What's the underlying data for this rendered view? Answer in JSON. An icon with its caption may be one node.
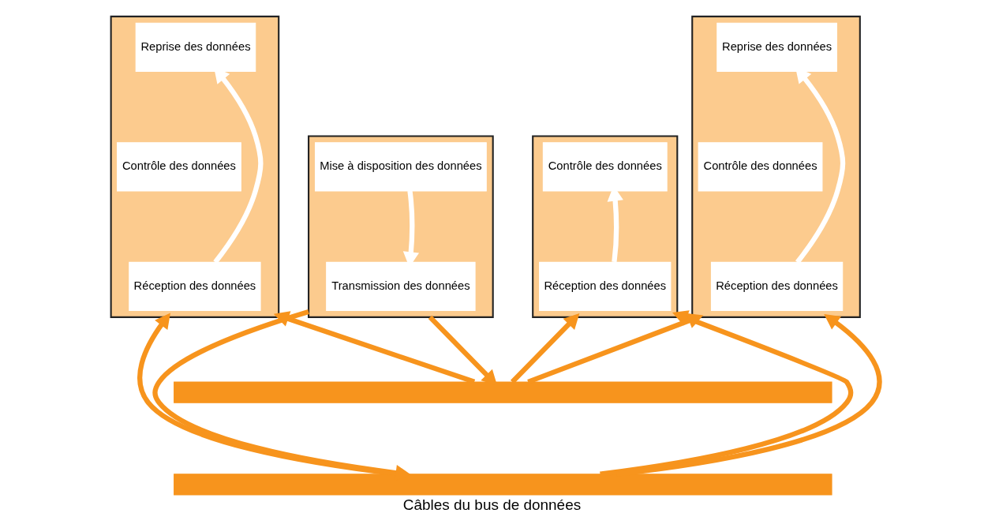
{
  "diagram": {
    "caption": "Câbles du bus de données",
    "nodes": [
      {
        "text": [],
        "shape": "box"
      },
      {
        "text": [
          "Reprise des données"
        ],
        "in": 0
      },
      {
        "text": [
          "Contrôle des données"
        ],
        "in": 0
      },
      {
        "text": [
          "Réception des données"
        ],
        "in": 0
      },
      {
        "text": [],
        "shape": "box"
      },
      {
        "text": [
          "Mise à disposition des données"
        ],
        "in": 4
      },
      {
        "text": [
          "Transmission des données"
        ],
        "in": 4
      },
      {
        "text": [],
        "shape": "box"
      },
      {
        "text": [
          "Contrôle des données"
        ],
        "in": 7
      },
      {
        "text": [
          "Réception des données"
        ],
        "in": 7
      },
      {
        "text": [],
        "shape": "box"
      },
      {
        "text": [
          "Reprise des données"
        ],
        "in": 10
      },
      {
        "text": [
          "Contrôle des données"
        ],
        "in": 10
      },
      {
        "text": [
          "Réception des données"
        ],
        "in": 10
      },
      {
        "text": [],
        "shape": "bar"
      },
      {
        "text": [],
        "shape": "bar"
      }
    ],
    "edges": [
      {
        "from": 3,
        "to": 1,
        "arrow": "to",
        "color": "#ffffff"
      },
      {
        "from": 5,
        "to": 6,
        "arrow": "to",
        "color": "#ffffff"
      },
      {
        "from": 9,
        "to": 8,
        "arrow": "to",
        "color": "#ffffff"
      },
      {
        "from": 13,
        "to": 11,
        "arrow": "to",
        "color": "#ffffff"
      },
      {
        "from": 15,
        "to": 0,
        "arrow": "to"
      },
      {
        "from": 14,
        "to": 0,
        "arrow": "to"
      },
      {
        "from": 4,
        "to": 15,
        "arrow": "to"
      },
      {
        "from": 4,
        "to": 14,
        "arrow": "to"
      },
      {
        "from": 15,
        "to": 7,
        "arrow": "to"
      },
      {
        "from": 14,
        "to": 7,
        "arrow": "to"
      },
      {
        "from": 15,
        "to": 10,
        "arrow": "to"
      },
      {
        "from": 14,
        "to": 10,
        "arrow": "to"
      }
    ]
  }
}
